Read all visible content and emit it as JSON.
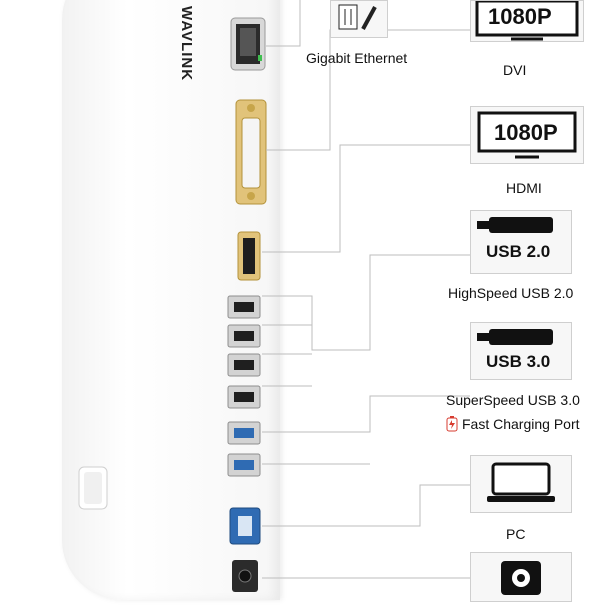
{
  "brand": {
    "name": "WAVLINK"
  },
  "features": [
    {
      "id": "gigabit",
      "label": "Gigabit Ethernet"
    },
    {
      "id": "dvi",
      "label": "DVI",
      "resolution": "1080P"
    },
    {
      "id": "hdmi",
      "label": "HDMI",
      "resolution": "1080P"
    },
    {
      "id": "usb2",
      "label": "HighSpeed USB 2.0",
      "badge": "USB 2.0"
    },
    {
      "id": "usb3",
      "label": "SuperSpeed USB 3.0",
      "badge": "USB 3.0"
    },
    {
      "id": "charging",
      "label": "Fast Charging Port"
    },
    {
      "id": "pc",
      "label": "PC"
    }
  ],
  "colors": {
    "usb3_blue": "#2f6bb3",
    "charge_red": "#d73b2f",
    "gold": "#c7a54a"
  }
}
